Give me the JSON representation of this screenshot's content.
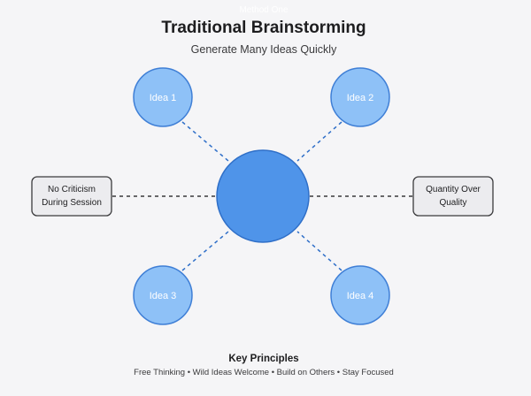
{
  "header": {
    "faint_label": "Method One",
    "title": "Traditional Brainstorming",
    "subtitle": "Generate Many Ideas Quickly"
  },
  "ideas": [
    "Idea 1",
    "Idea 2",
    "Idea 3",
    "Idea 4"
  ],
  "side_boxes": {
    "left": [
      "No Criticism",
      "During Session"
    ],
    "right": [
      "Quantity Over",
      "Quality"
    ]
  },
  "footer": {
    "title": "Key Principles",
    "text": "Free Thinking • Wild Ideas Welcome • Build on Others • Stay Focused"
  },
  "colors": {
    "idea_fill": "#8ec1f7",
    "idea_stroke": "#3f7fd6",
    "center_fill": "#4f94e9",
    "center_stroke": "#2f6fc8",
    "box_fill": "#ececef",
    "box_stroke": "#3a3a3c",
    "connector": "#2f6fc8"
  }
}
